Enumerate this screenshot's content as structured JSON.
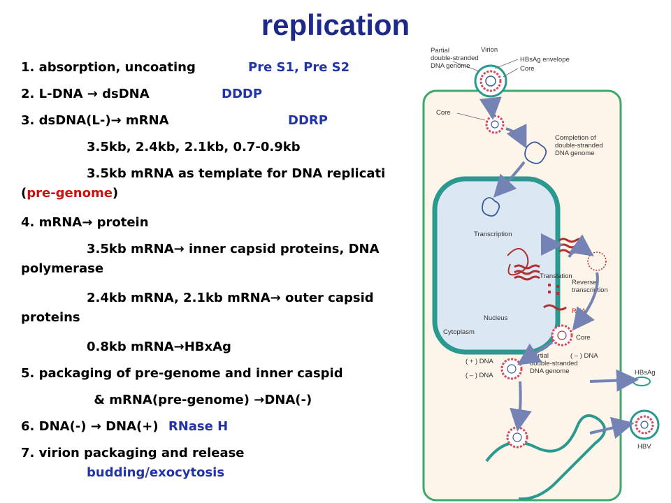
{
  "title": "replication",
  "steps": {
    "s1": "1. absorption, uncoating",
    "s1_enzyme": "Pre S1, Pre S2",
    "s2": "2. L-DNA → dsDNA",
    "s2_enzyme": "DDDP",
    "s3": "3. dsDNA(L-)→ mRNA",
    "s3_enzyme": "DDRP",
    "s3_sizes": "3.5kb, 2.4kb, 2.1kb, 0.7-0.9kb",
    "s3_template": "3.5kb mRNA as template for DNA replicati",
    "s3_pre_open": "(",
    "s3_pre": "pre-genome",
    "s3_pre_close": ")",
    "s4": "4. mRNA→ protein",
    "s4_a1": "3.5kb mRNA→ inner capsid proteins, DNA",
    "s4_a2": "polymerase",
    "s4_b1": "2.4kb mRNA, 2.1kb mRNA→ outer capsid",
    "s4_b2": "proteins",
    "s4_c": "0.8kb mRNA→HBxAg",
    "s5": "5. packaging of pre-genome and inner caspid",
    "s5_b": " & mRNA(pre-genome) →DNA(-)",
    "s6": "6. DNA(-) → DNA(+)",
    "s6_enzyme": "RNase H",
    "s7": "7. virion packaging and release",
    "s7_b": "budding/exocytosis"
  },
  "diagram": {
    "partial_genome": [
      "Partial",
      "double-stranded",
      "DNA genome"
    ],
    "virion": "Virion",
    "hbsag_envelope": "HBsAg envelope",
    "core_top": "Core",
    "core_left": "Core",
    "completion": [
      "Completion of",
      "double-stranded",
      "DNA genome"
    ],
    "transcription": "Transcription",
    "translation": "Translation",
    "reverse": [
      "Reverse",
      "transcription"
    ],
    "nucleus": "Nucleus",
    "rna": "RNA",
    "core_right": "Core",
    "cytoplasm": "Cytoplasm",
    "minus_dna_right": "( – ) DNA",
    "plus_dna": "( + ) DNA",
    "minus_dna_left": "( – ) DNA",
    "partial_bottom": [
      "Partial",
      "double-stranded",
      "DNA genome"
    ],
    "hbsag": "HBsAg",
    "hbv": "HBV"
  },
  "colors": {
    "title": "#1e2a8a",
    "enzyme": "#2233aa",
    "highlight": "#cc1111",
    "cell_fill": "#fdf4ea",
    "cell_border": "#3aaa6a",
    "nucleus_fill": "#dbe8f4",
    "nucleus_border": "#2a9a90",
    "arrow": "#7482b4",
    "mrna": "#b03030",
    "capsid": "#d04a60"
  }
}
